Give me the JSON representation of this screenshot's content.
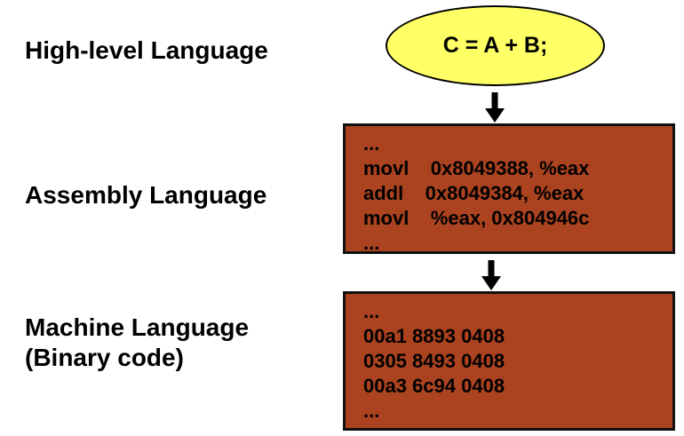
{
  "labels": {
    "high_level": "High-level Language",
    "assembly": "Assembly Language",
    "machine_line1": "Machine Language",
    "machine_line2": "(Binary code)"
  },
  "nodes": {
    "source": {
      "text": "C = A + B;"
    },
    "assembly": {
      "lines": [
        "...",
        "movl    0x8049388, %eax",
        "addl    0x8049384, %eax",
        "movl    %eax, 0x804946c",
        "..."
      ]
    },
    "machine": {
      "lines": [
        "...",
        "00a1 8893 0408",
        "0305 8493 0408",
        "00a3 6c94 0408",
        "..."
      ]
    }
  },
  "colors": {
    "background": "#FFFFFF",
    "box_fill": "#AC4320",
    "box_border": "#111111",
    "ellipse_fill": "#FFFF66",
    "ellipse_border": "#000000",
    "arrow": "#000000",
    "text": "#000000"
  }
}
